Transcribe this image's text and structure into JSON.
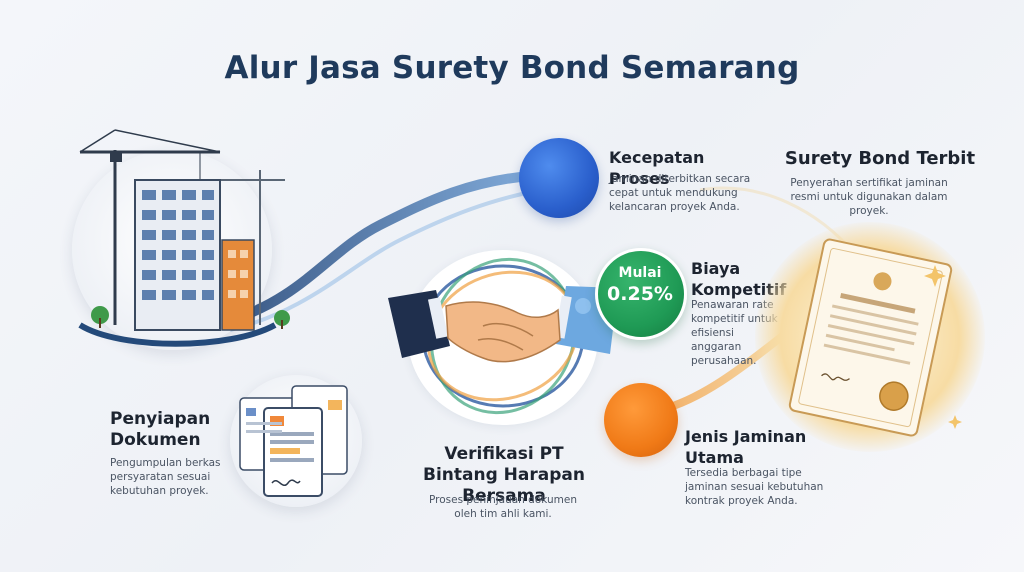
{
  "title": "Alur Jasa Surety Bond Semarang",
  "steps": {
    "kecepatan": {
      "title": "Kecepatan Proses",
      "desc": "Jaminan diterbitkan secara cepat untuk mendukung kelancaran proyek Anda.",
      "color": "#2f6bd6"
    },
    "terbit": {
      "title": "Surety Bond Terbit",
      "desc": "Penyerahan sertifikat jaminan resmi untuk digunakan dalam proyek."
    },
    "biaya": {
      "title": "Biaya Kompetitif",
      "desc": "Penawaran rate kompetitif untuk efisiensi anggaran perusahaan.",
      "badge_line1": "Mulai",
      "badge_line2": "0.25%",
      "color": "#1f9a55"
    },
    "dokumen": {
      "title": "Penyiapan Dokumen",
      "desc": "Pengumpulan berkas persyaratan sesuai kebutuhan proyek."
    },
    "verifikasi": {
      "title": "Verifikasi PT Bintang Harapan Bersama",
      "desc": "Proses peninjauan dokumen oleh tim ahli kami."
    },
    "jenis": {
      "title": "Jenis Jaminan Utama",
      "desc": "Tersedia berbagai tipe jaminan sesuai kebutuhan kontrak proyek Anda.",
      "color": "#f07a17"
    }
  },
  "illustrations": [
    "construction-icon",
    "documents-icon",
    "handshake-icon",
    "certificate-icon"
  ]
}
